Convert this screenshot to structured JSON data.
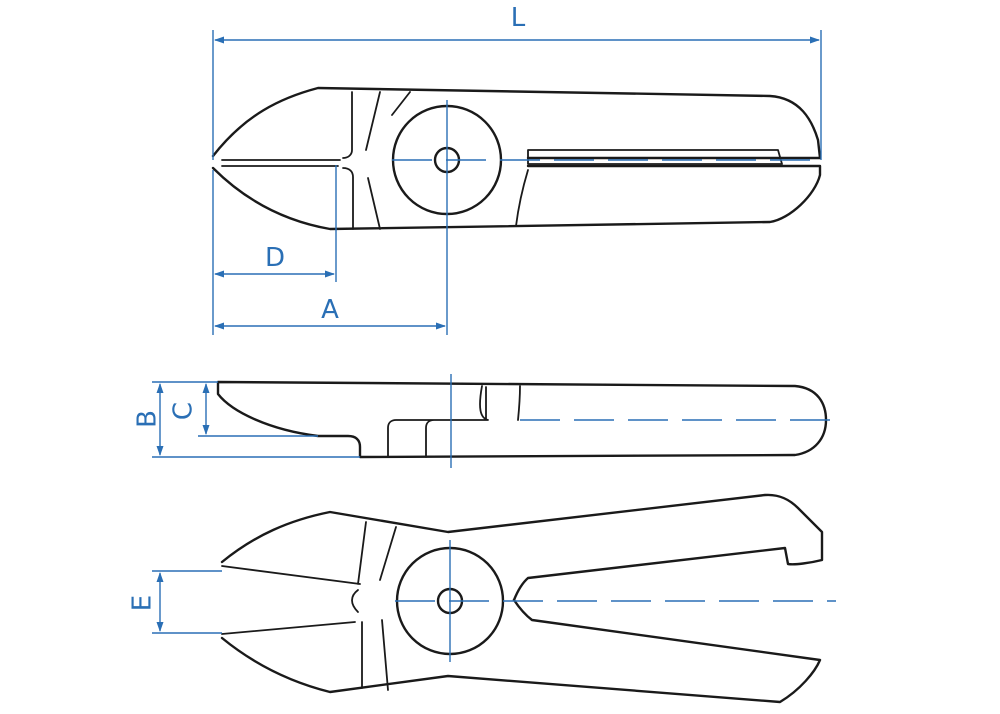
{
  "diagram": {
    "labels": {
      "L": "L",
      "D": "D",
      "A": "A",
      "B": "B",
      "C": "C",
      "E": "E"
    },
    "colors": {
      "outline": "#1a1a1a",
      "dimension": "#2a6fb5",
      "background": "#ffffff"
    }
  }
}
